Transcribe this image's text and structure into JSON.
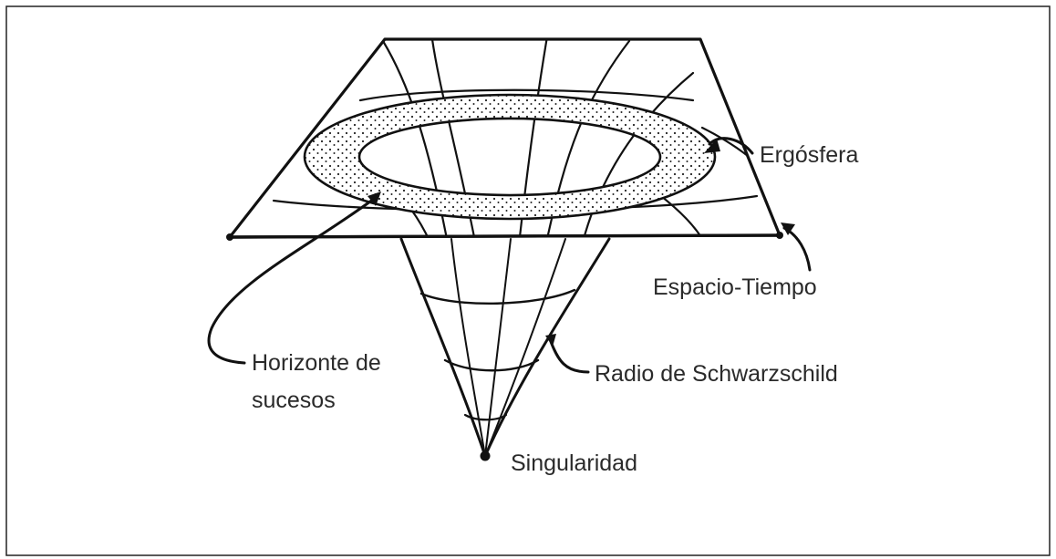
{
  "labels": {
    "ergosphere": "Ergósfera",
    "spacetime": "Espacio-Tiempo",
    "event_horizon_line1": "Horizonte de",
    "event_horizon_line2": "sucesos",
    "schwarzschild_radius": "Radio de Schwarzschild",
    "singularity": "Singularidad"
  },
  "colors": {
    "ink": "#111111",
    "text": "#2a2a2a",
    "background": "#ffffff"
  }
}
